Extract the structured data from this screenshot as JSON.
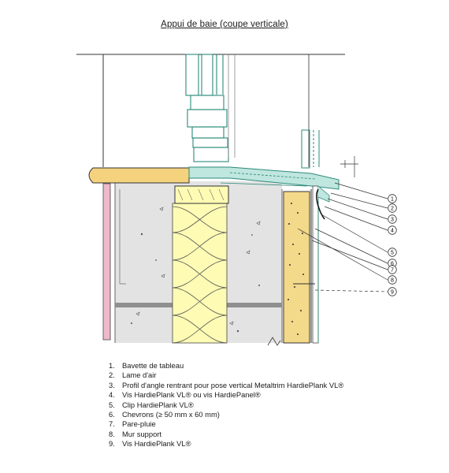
{
  "title": "Appui de baie (coupe verticale)",
  "callouts": [
    "1",
    "2",
    "3",
    "4",
    "5",
    "6",
    "7",
    "8",
    "9"
  ],
  "legend": [
    {
      "num": "1.",
      "text": "Bavette de tableau"
    },
    {
      "num": "2.",
      "text": "Lame d'air"
    },
    {
      "num": "3.",
      "text": "Profil d'angle rentrant pour pose vertical Metaltrim HardiePlank VL®"
    },
    {
      "num": "4.",
      "text": "Vis HardiePlank VL® ou vis HardiePanel®"
    },
    {
      "num": "5.",
      "text": "Clip HardiePlank VL®"
    },
    {
      "num": "6.",
      "text": "Chevrons (≥ 50 mm x 60 mm)"
    },
    {
      "num": "7.",
      "text": "Pare-pluie"
    },
    {
      "num": "8.",
      "text": "Mur support"
    },
    {
      "num": "9.",
      "text": "Vis HardiePlank VL®"
    }
  ],
  "colors": {
    "concrete": "#e3e3e3",
    "insulation": "#fdfbb4",
    "timber": "#f3d98a",
    "sill": "#f4d27e",
    "metal": "#bfe6df",
    "render": "#f0b8cc",
    "band": "#8f8f8f"
  }
}
